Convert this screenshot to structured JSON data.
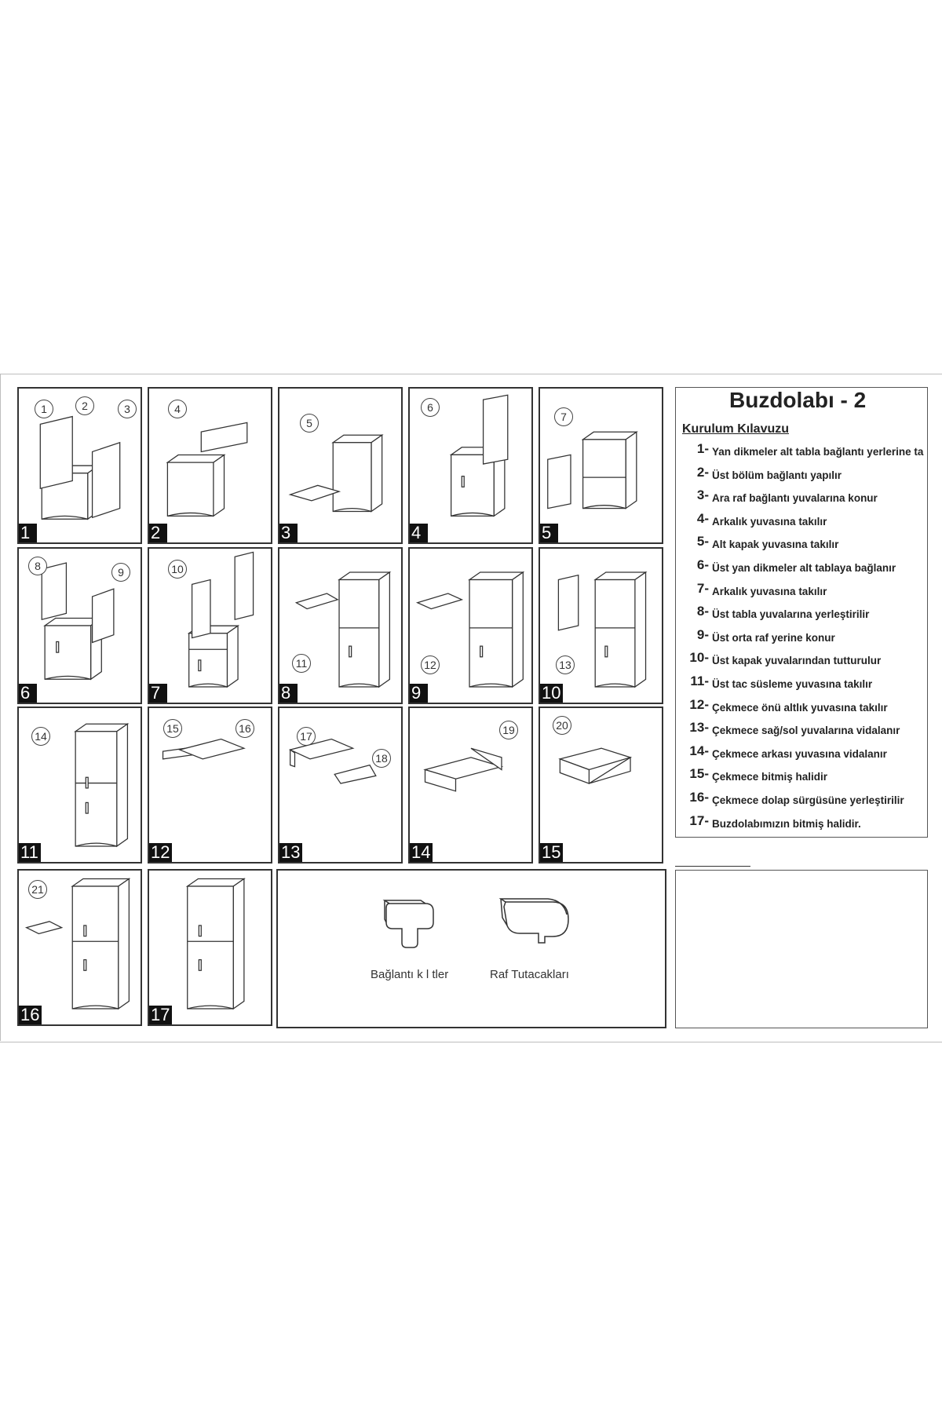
{
  "title": "Buzdolabı - 2",
  "subtitle": "Kurulum Kılavuzu",
  "steps": [
    {
      "num": "1-",
      "text": "Yan dikmeler alt tabla bağlantı yerlerine ta"
    },
    {
      "num": "2-",
      "text": "Üst bölüm bağlantı yapılır"
    },
    {
      "num": "3-",
      "text": "Ara raf bağlantı yuvalarına konur"
    },
    {
      "num": "4-",
      "text": "Arkalık yuvasına takılır"
    },
    {
      "num": "5-",
      "text": "Alt kapak yuvasına takılır"
    },
    {
      "num": "6-",
      "text": "Üst yan dikmeler alt tablaya bağlanır"
    },
    {
      "num": "7-",
      "text": "Arkalık yuvasına takılır"
    },
    {
      "num": "8-",
      "text": "Üst tabla yuvalarına yerleştirilir"
    },
    {
      "num": "9-",
      "text": "Üst orta raf yerine konur"
    },
    {
      "num": "10-",
      "text": "Üst kapak yuvalarından tutturulur"
    },
    {
      "num": "11-",
      "text": "Üst tac süsleme yuvasına takılır"
    },
    {
      "num": "12-",
      "text": "Çekmece önü altlık yuvasına takılır"
    },
    {
      "num": "13-",
      "text": "Çekmece sağ/sol yuvalarına vidalanır"
    },
    {
      "num": "14-",
      "text": "Çekmece arkası yuvasına vidalanır"
    },
    {
      "num": "15-",
      "text": "Çekmece bitmiş halidir"
    },
    {
      "num": "16-",
      "text": "Çekmece dolap sürgüsüne yerleştirilir"
    },
    {
      "num": "17-",
      "text": "Buzdolabımızın bitmiş halidir."
    }
  ],
  "panels": [
    {
      "step": "1",
      "callouts": [
        "1",
        "2",
        "3"
      ]
    },
    {
      "step": "2",
      "callouts": [
        "4"
      ]
    },
    {
      "step": "3",
      "callouts": [
        "5"
      ]
    },
    {
      "step": "4",
      "callouts": [
        "6"
      ]
    },
    {
      "step": "5",
      "callouts": [
        "7"
      ]
    },
    {
      "step": "6",
      "callouts": [
        "8",
        "9"
      ]
    },
    {
      "step": "7",
      "callouts": [
        "10"
      ]
    },
    {
      "step": "8",
      "callouts": [
        "11"
      ]
    },
    {
      "step": "9",
      "callouts": [
        "12"
      ]
    },
    {
      "step": "10",
      "callouts": [
        "13"
      ]
    },
    {
      "step": "11",
      "callouts": [
        "14"
      ]
    },
    {
      "step": "12",
      "callouts": [
        "15",
        "16"
      ]
    },
    {
      "step": "13",
      "callouts": [
        "17",
        "18"
      ]
    },
    {
      "step": "14",
      "callouts": [
        "19"
      ]
    },
    {
      "step": "15",
      "callouts": [
        "20"
      ]
    },
    {
      "step": "16",
      "callouts": [
        "21"
      ]
    },
    {
      "step": "17",
      "callouts": []
    }
  ],
  "parts": {
    "connector_label": "Bağlantı k l tler",
    "shelf_holder_label": "Raf Tutacakları"
  }
}
